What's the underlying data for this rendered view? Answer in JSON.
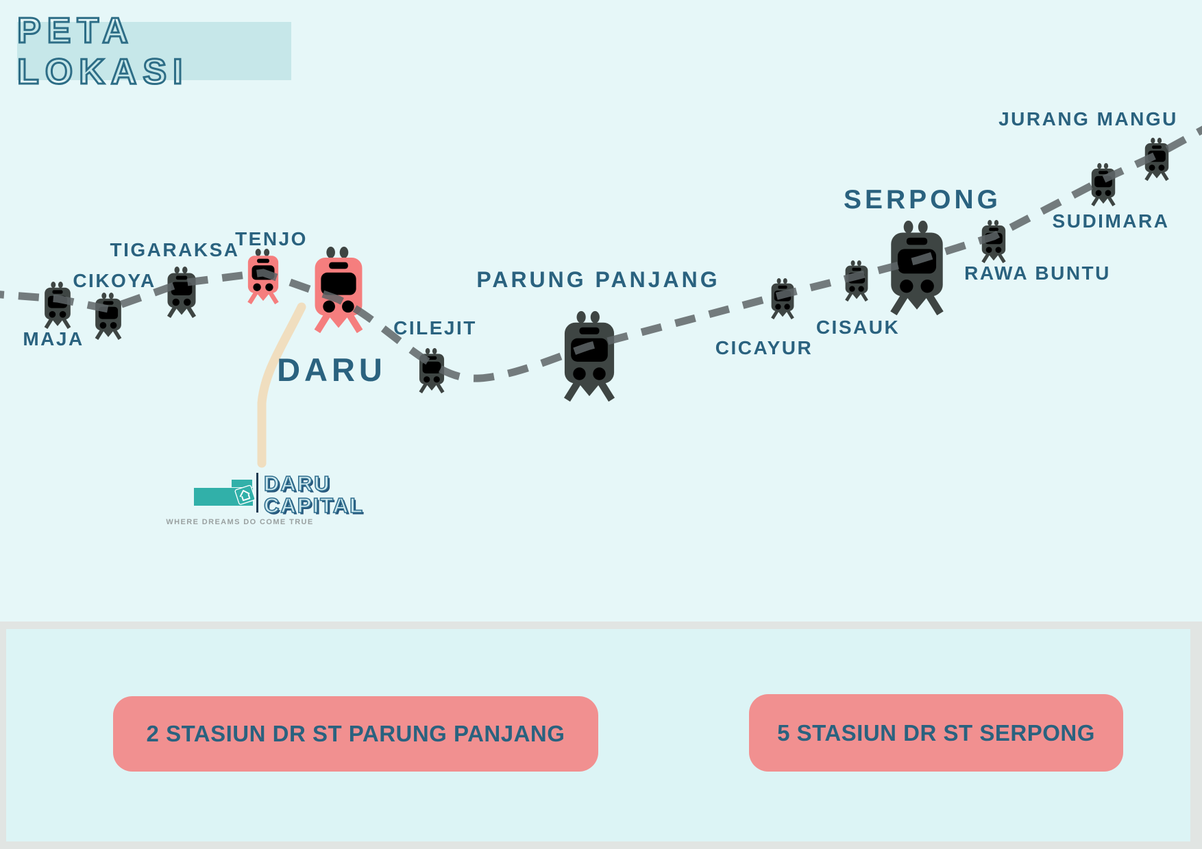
{
  "title": "PETA LOKASI",
  "map": {
    "stations": [
      {
        "id": "maja",
        "name": "MAJA",
        "major": false,
        "highlighted": false
      },
      {
        "id": "cikoya",
        "name": "CIKOYA",
        "major": false,
        "highlighted": false
      },
      {
        "id": "tigaraksa",
        "name": "TIGARAKSA",
        "major": false,
        "highlighted": false
      },
      {
        "id": "tenjo",
        "name": "TENJO",
        "major": false,
        "highlighted": true
      },
      {
        "id": "daru",
        "name": "DARU",
        "major": true,
        "highlighted": true
      },
      {
        "id": "cilejit",
        "name": "CILEJIT",
        "major": false,
        "highlighted": false
      },
      {
        "id": "parung-panjang",
        "name": "PARUNG PANJANG",
        "major": true,
        "highlighted": false
      },
      {
        "id": "cicayur",
        "name": "CICAYUR",
        "major": false,
        "highlighted": false
      },
      {
        "id": "cisauk",
        "name": "CISAUK",
        "major": false,
        "highlighted": false
      },
      {
        "id": "serpong",
        "name": "SERPONG",
        "major": true,
        "highlighted": false
      },
      {
        "id": "rawa-buntu",
        "name": "RAWA BUNTU",
        "major": false,
        "highlighted": false
      },
      {
        "id": "sudimara",
        "name": "SUDIMARA",
        "major": false,
        "highlighted": false
      },
      {
        "id": "jurang-mangu",
        "name": "JURANG MANGU",
        "major": false,
        "highlighted": false
      }
    ]
  },
  "logo": {
    "line1": "DARU",
    "line2": "CAPITAL",
    "tagline": "WHERE DREAMS DO COME TRUE"
  },
  "callouts": [
    {
      "icon": "train-icon",
      "text": "2 STASIUN DR ST PARUNG PANJANG"
    },
    {
      "icon": "train-icon",
      "text": "5 STASIUN DR ST SERPONG"
    }
  ],
  "colors": {
    "bg": "#e6f7f8",
    "panel-bg": "#dcf4f5",
    "frame": "#e1e5e3",
    "title-bg": "#c6e7e9",
    "title-stroke": "#2d6d86",
    "label": "#2a627f",
    "train-dark": "#3e4543",
    "train-red": "#f57e7e",
    "route": "#5e6567",
    "callout-bg": "#f19090",
    "tan": "#f0debf",
    "logo-teal": "#31b0a9"
  }
}
